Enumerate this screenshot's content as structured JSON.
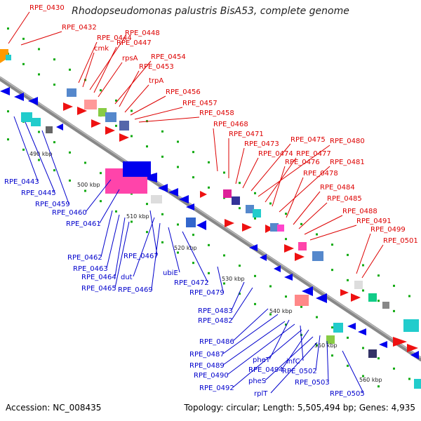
{
  "title": "Rhodopseudomonas palustris BisA53, complete genome",
  "footer": {
    "accession_label": "Accession:",
    "accession": "NC_008435",
    "topology_text": "Topology: circular; Length: 5,505,494 bp; Genes: 4,935"
  },
  "colors": {
    "forward_label": "#dd0000",
    "reverse_label": "#0000cc",
    "forward_arrow": "#ee1111",
    "reverse_arrow": "#0000ee",
    "backbone": "#888888",
    "tick_dot": "#11aa11"
  },
  "scale_ticks": [
    "490 kbp",
    "500 kbp",
    "510 kbp",
    "520 kbp",
    "530 kbp",
    "540 kbp",
    "550 kbp",
    "560 kbp"
  ],
  "forward_labels": [
    "RPE_0430",
    "RPE_0432",
    "RPE_0444",
    "cmk",
    "RPE_0448",
    "RPE_0447",
    "rpsA",
    "RPE_0454",
    "RPE_0453",
    "trpA",
    "RPE_0456",
    "RPE_0457",
    "RPE_0458",
    "RPE_0468",
    "RPE_0471",
    "RPE_0473",
    "RPE_0474",
    "RPE_0475",
    "RPE_0480",
    "RPE_0477",
    "RPE_0476",
    "RPE_0481",
    "RPE_0478",
    "RPE_0484",
    "RPE_0485",
    "RPE_0488",
    "RPE_0491",
    "RPE_0499",
    "RPE_0501"
  ],
  "reverse_labels": [
    "RPE_0443",
    "RPE_0445",
    "RPE_0459",
    "RPE_0460",
    "RPE_0461",
    "RPE_0462",
    "RPE_0463",
    "RPE_0464",
    "RPE_0467",
    "RPE_0465",
    "dut",
    "RPE_0469",
    "ubiE",
    "RPE_0472",
    "RPE_0479",
    "RPE_0483",
    "RPE_0482",
    "RPE_0486",
    "RPE_0487",
    "pheT",
    "infC",
    "RPE_0489",
    "RPE_0494",
    "RPE_0490",
    "RPE_0502",
    "pheS",
    "RPE_0503",
    "RPE_0492",
    "rplT",
    "RPE_0505"
  ]
}
